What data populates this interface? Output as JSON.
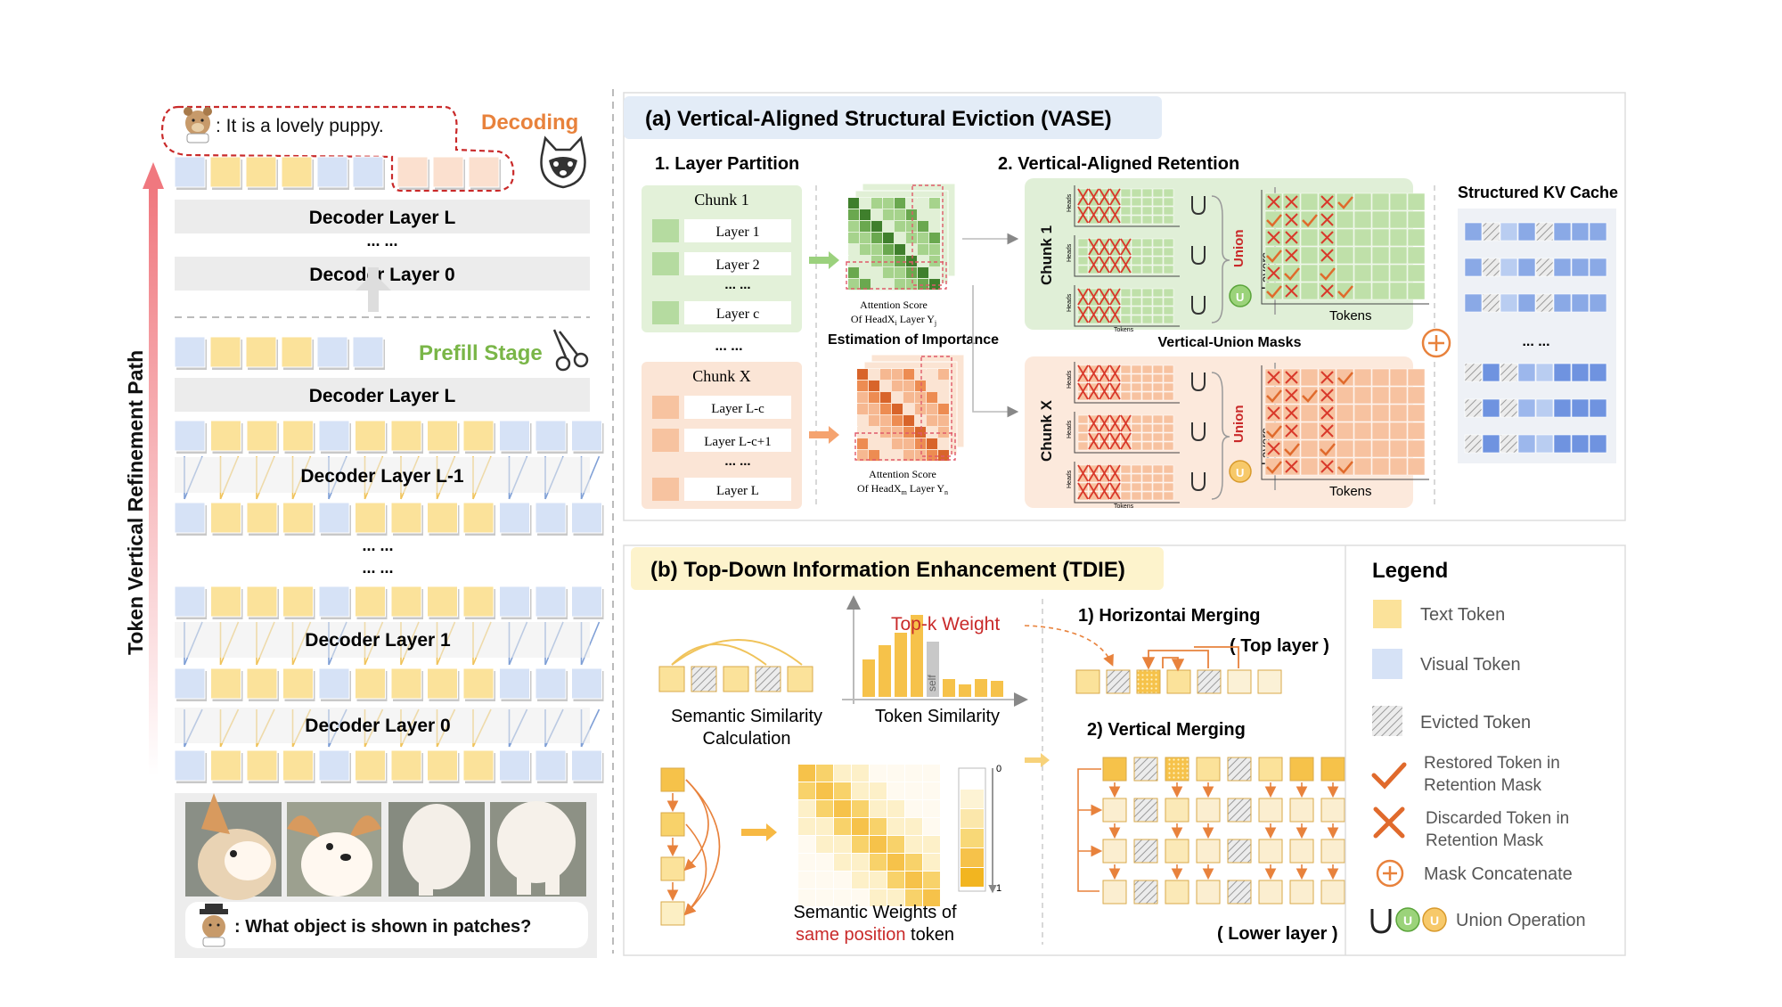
{
  "left": {
    "vertical_title": "Token Vertical Refinement Path",
    "answer_text": ": It is a lovely puppy.",
    "decoding_label": "Decoding",
    "prefill_label": "Prefill Stage",
    "question_text": ": What object is shown in patches?",
    "dots": "... ...",
    "layers": {
      "top_L": "Decoder Layer L",
      "top_0": "Decoder Layer 0",
      "prefill_L": "Decoder Layer L",
      "L_minus_1": "Decoder Layer L-1",
      "layer_1": "Decoder Layer 1",
      "layer_0": "Decoder Layer 0"
    }
  },
  "panel_a": {
    "title": "(a) Vertical-Aligned Structural Eviction (VASE)",
    "step1": "1. Layer Partition",
    "step2": "2. Vertical-Aligned Retention",
    "chunk1": {
      "title": "Chunk 1",
      "layers": [
        "Layer 1",
        "Layer 2",
        "Layer c"
      ]
    },
    "chunkX": {
      "title": "Chunk X",
      "layers": [
        "Layer L-c",
        "Layer L-c+1",
        "Layer L"
      ]
    },
    "dots": "... ...",
    "attn1_line1": "Attention Score",
    "attn1_line2": "Of HeadX",
    "attn1_sub_i": "i",
    "attn1_line2b": " Layer Y",
    "attn1_sub_j": "j",
    "attnX_line1": "Attention Score",
    "attnX_line2": "Of HeadX",
    "attnX_sub_m": "m",
    "attnX_line2b": " Layer Y",
    "attnX_sub_n": "n",
    "estimation": "Estimation of Importance",
    "chunk1_label": "Chunk 1",
    "chunkX_label": "Chunk X",
    "heads": "Heads",
    "tokens_small": "Tokens",
    "union": "Union",
    "layers_label": "Layers",
    "tokens": "Tokens",
    "vertical_union": "Vertical-Union Masks",
    "structured_kv": "Structured KV Cache"
  },
  "panel_b": {
    "title": "(b) Top-Down Information Enhancement (TDIE)",
    "semantic_sim_1": "Semantic Similarity",
    "semantic_sim_2": "Calculation",
    "token_similarity": "Token Similarity",
    "topk": "Top-k Weight",
    "self": "self",
    "horizontal": "1) Horizontai Merging",
    "top_layer": "( Top layer )",
    "vertical": "2) Vertical Merging",
    "lower_layer": "( Lower layer )",
    "weights_1": "Semantic Weights of",
    "weights_2a": "same position",
    "weights_2b": " token",
    "scale_0": "0",
    "scale_1": "1"
  },
  "legend": {
    "title": "Legend",
    "text_token": "Text Token",
    "visual_token": "Visual Token",
    "evicted_token": "Evicted Token",
    "restored_1": "Restored Token in",
    "restored_2": "Retention Mask",
    "discarded_1": "Discarded Token in",
    "discarded_2": "Retention Mask",
    "mask_concat": "Mask Concatenate",
    "union_op": "Union Operation"
  },
  "colors": {
    "text_token": "#fbe29a",
    "visual_token": "#d6e2f6",
    "green": "#cfe6c1",
    "orange": "#f7cfb3",
    "red_accent": "#c92a2a",
    "orange_accent": "#e8823c",
    "prefill_green": "#7ab648"
  }
}
